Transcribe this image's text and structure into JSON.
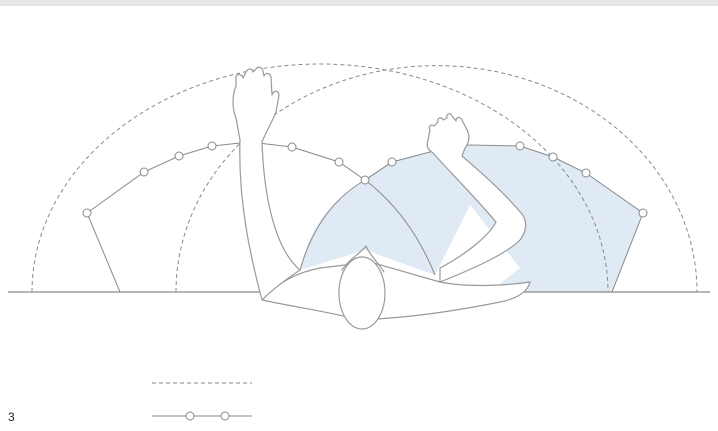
{
  "figure": {
    "number": "3"
  },
  "colors": {
    "line": "#8a8a8a",
    "body_outline": "#9a9a9a",
    "shaded_area": "#dfeaf5",
    "background": "#ffffff"
  },
  "legend": {
    "dashed_line_icon": "dashed-arc-sample",
    "reach_line_icon": "circle-marker-line-sample"
  }
}
